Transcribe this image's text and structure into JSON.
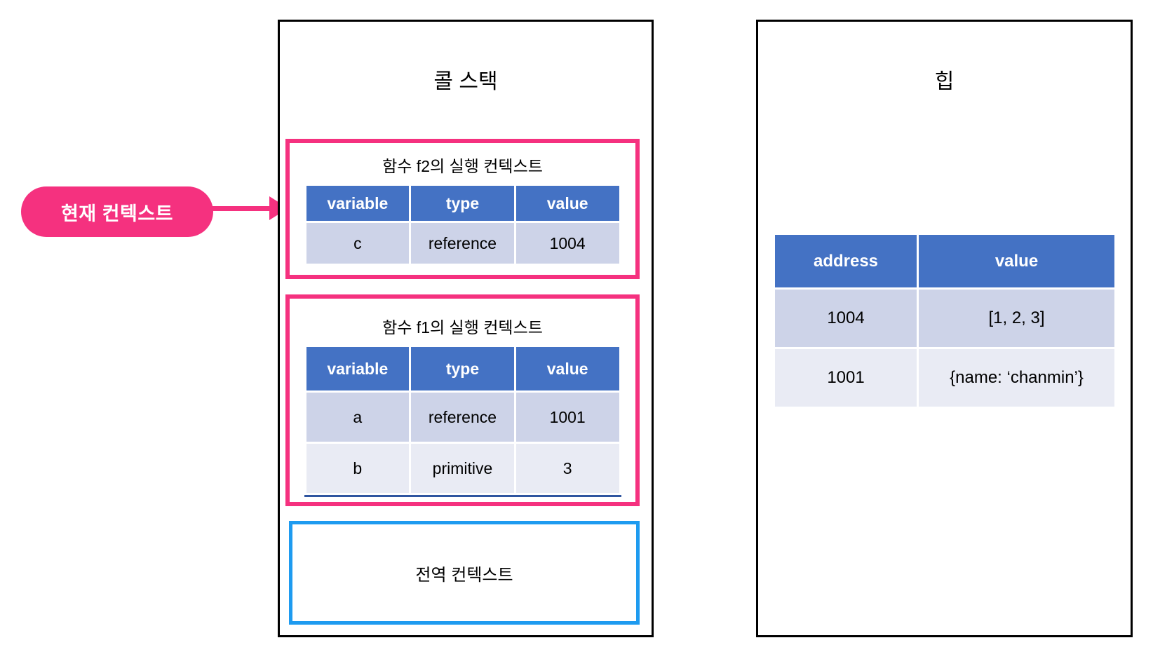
{
  "colors": {
    "pink": "#F5317F",
    "table_header_blue": "#4472C4",
    "row_band_dark": "#CDD3E8",
    "row_band_light": "#E9EBF4",
    "global_context_border": "#1E9BF0",
    "f1_table_underline": "#2F55A0",
    "outer_border": "#000000"
  },
  "current_context_badge": {
    "label": "현재 컨텍스트"
  },
  "call_stack": {
    "title": "콜 스택",
    "frames": [
      {
        "title": "함수 f2의 실행 컨텍스트",
        "columns": [
          "variable",
          "type",
          "value"
        ],
        "rows": [
          [
            "c",
            "reference",
            "1004"
          ]
        ]
      },
      {
        "title": "함수 f1의 실행 컨텍스트",
        "columns": [
          "variable",
          "type",
          "value"
        ],
        "rows": [
          [
            "a",
            "reference",
            "1001"
          ],
          [
            "b",
            "primitive",
            "3"
          ]
        ]
      }
    ],
    "global_context": {
      "label": "전역 컨텍스트"
    }
  },
  "heap": {
    "title": "힙",
    "table": {
      "columns": [
        "address",
        "value"
      ],
      "rows": [
        [
          "1004",
          "[1, 2, 3]"
        ],
        [
          "1001",
          "{name: ‘chanmin’}"
        ]
      ]
    }
  }
}
